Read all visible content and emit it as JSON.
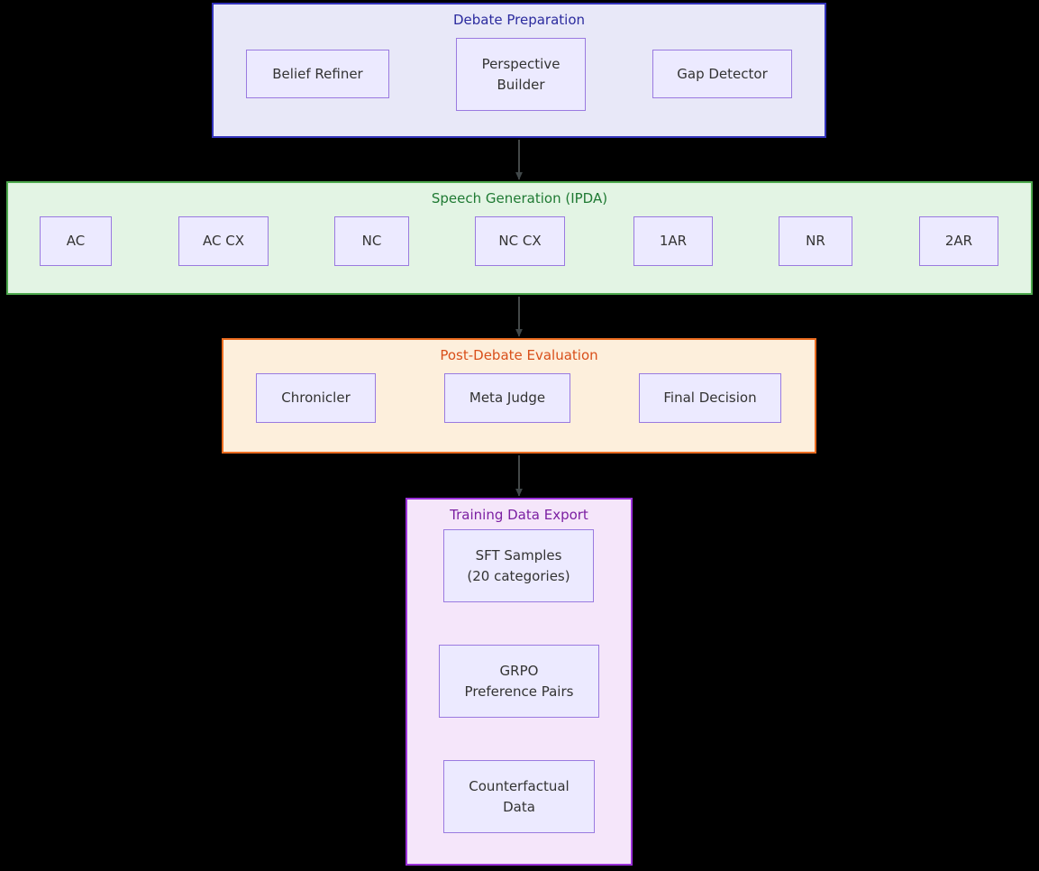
{
  "diagram": {
    "type": "flowchart",
    "direction": "top-to-bottom",
    "background": "#000000",
    "node_fill": "#eceaff",
    "node_border": "#9a7ae0",
    "edge_color": "#555a5a"
  },
  "clusters": [
    {
      "id": "debate-preparation",
      "title": "Debate Preparation",
      "title_color": "#2b2b9e",
      "border_color": "#3333bb",
      "fill_color": "#e8e8f8",
      "nodes": [
        {
          "id": "belief-refiner",
          "label": "Belief Refiner"
        },
        {
          "id": "perspective-builder",
          "label": "Perspective\nBuilder"
        },
        {
          "id": "gap-detector",
          "label": "Gap Detector"
        }
      ]
    },
    {
      "id": "speech-generation",
      "title": "Speech Generation (IPDA)",
      "title_color": "#1f7a33",
      "border_color": "#4ea94e",
      "fill_color": "#e3f4e4",
      "nodes": [
        {
          "id": "ac",
          "label": "AC"
        },
        {
          "id": "ac-cx",
          "label": "AC CX"
        },
        {
          "id": "nc",
          "label": "NC"
        },
        {
          "id": "nc-cx",
          "label": "NC CX"
        },
        {
          "id": "1ar",
          "label": "1AR"
        },
        {
          "id": "nr",
          "label": "NR"
        },
        {
          "id": "2ar",
          "label": "2AR"
        }
      ]
    },
    {
      "id": "post-debate-evaluation",
      "title": "Post-Debate Evaluation",
      "title_color": "#d94f1a",
      "border_color": "#eb6c20",
      "fill_color": "#fdefdc",
      "nodes": [
        {
          "id": "chronicler",
          "label": "Chronicler"
        },
        {
          "id": "meta-judge",
          "label": "Meta Judge"
        },
        {
          "id": "final-decision",
          "label": "Final Decision"
        }
      ]
    },
    {
      "id": "training-data-export",
      "title": "Training Data Export",
      "title_color": "#7b1fa2",
      "border_color": "#9b30d9",
      "fill_color": "#f5e6fa",
      "nodes": [
        {
          "id": "sft-samples",
          "label": "SFT Samples\n(20 categories)"
        },
        {
          "id": "grpo-preference-pairs",
          "label": "GRPO\nPreference Pairs"
        },
        {
          "id": "counterfactual-data",
          "label": "Counterfactual\nData"
        }
      ]
    }
  ],
  "edges": [
    {
      "from": "belief-refiner",
      "to": "perspective-builder"
    },
    {
      "from": "perspective-builder",
      "to": "gap-detector"
    },
    {
      "from": "debate-preparation",
      "to": "speech-generation"
    },
    {
      "from": "ac",
      "to": "ac-cx"
    },
    {
      "from": "ac-cx",
      "to": "nc"
    },
    {
      "from": "nc",
      "to": "nc-cx"
    },
    {
      "from": "nc-cx",
      "to": "1ar"
    },
    {
      "from": "1ar",
      "to": "nr"
    },
    {
      "from": "nr",
      "to": "2ar"
    },
    {
      "from": "speech-generation",
      "to": "post-debate-evaluation"
    },
    {
      "from": "chronicler",
      "to": "meta-judge"
    },
    {
      "from": "meta-judge",
      "to": "final-decision"
    },
    {
      "from": "post-debate-evaluation",
      "to": "training-data-export"
    }
  ]
}
